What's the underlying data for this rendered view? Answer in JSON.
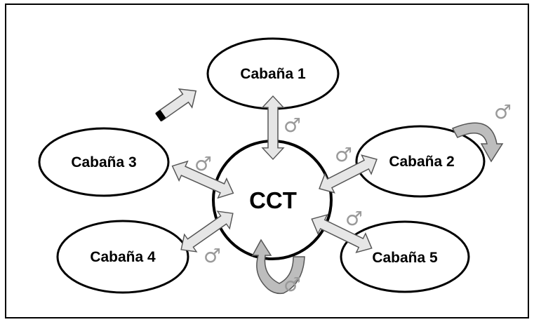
{
  "nodes": {
    "cabana1": "Cabaña 1",
    "cabana2": "Cabaña 2",
    "cabana3": "Cabaña 3",
    "cabana4": "Cabaña 4",
    "cabana5": "Cabaña 5",
    "center": "CCT"
  },
  "male_symbol": "♂",
  "colors": {
    "arrow_fill": "#e6e6e6",
    "arrow_stroke": "#555555",
    "loop_fill": "#bdbdbd",
    "symbol": "#9a9a9a",
    "outline": "#000000"
  }
}
